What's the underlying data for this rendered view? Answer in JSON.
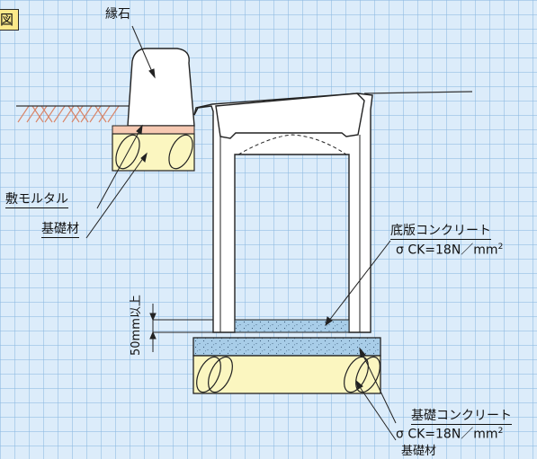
{
  "figure_label": "図",
  "labels": {
    "curb_stone": "縁石",
    "bedding_mortar": "敷モルタル",
    "base_material_left": "基礎材",
    "base_slab_concrete": "底版コンクリート",
    "base_slab_strength_prefix": "σ CK=18N／mm",
    "base_slab_strength_exp": "2",
    "foundation_concrete": "基礎コンクリート",
    "foundation_strength_prefix": "σ CK=18N／mm",
    "foundation_strength_exp": "2",
    "base_material_bottom": "基礎材",
    "dimension_50mm": "50mm以上"
  }
}
